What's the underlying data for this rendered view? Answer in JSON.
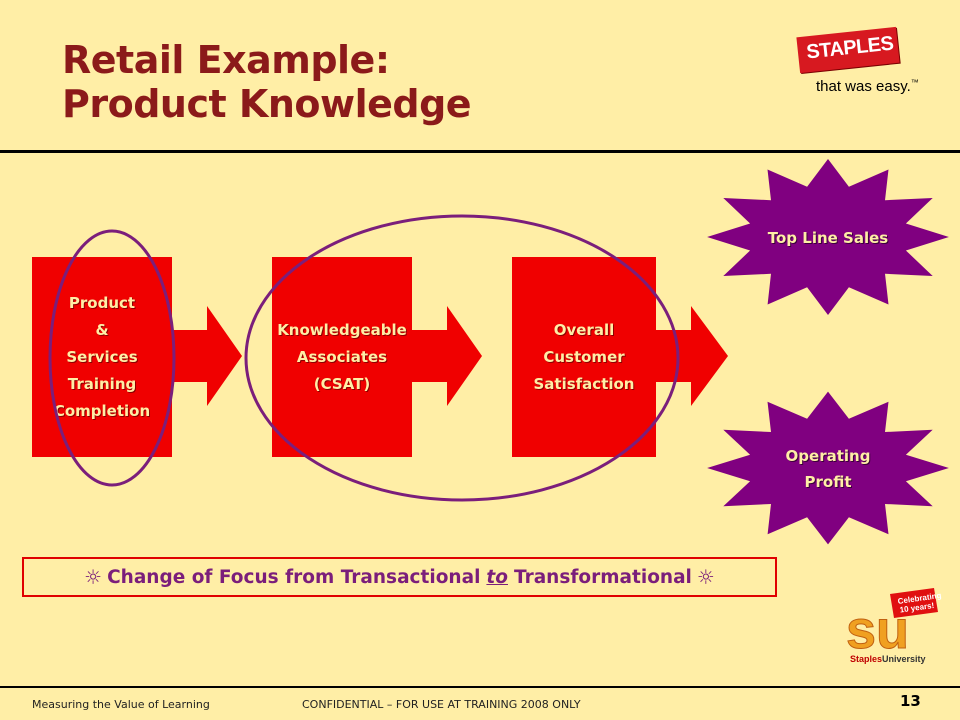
{
  "slide": {
    "title_line1": "Retail Example:",
    "title_line2": "Product Knowledge",
    "page_number": "13"
  },
  "logo": {
    "brand": "STAPLES",
    "tagline": "that was easy.",
    "trademark": "™",
    "colors": {
      "red": "#D71920"
    }
  },
  "flow": {
    "boxes": [
      {
        "lines": [
          "Product",
          "&",
          "Services",
          "Training",
          "Completion"
        ]
      },
      {
        "lines": [
          "Knowledgeable",
          "Associates",
          "(CSAT)"
        ]
      },
      {
        "lines": [
          "Overall",
          "Customer",
          "Satisfaction"
        ]
      }
    ],
    "outcomes": [
      {
        "lines": [
          "Top Line Sales"
        ]
      },
      {
        "lines": [
          "Operating",
          "Profit"
        ]
      }
    ],
    "colors": {
      "box": "#F00000",
      "outcome": "#800080",
      "ellipse": "#7B1E7B",
      "text": "#FFEEA6"
    }
  },
  "banner": {
    "sun_left": "☼",
    "part1": "Change of Focus from Transactional",
    "connector": "to",
    "part2": "Transformational",
    "sun_right": "☼"
  },
  "su_logo": {
    "badge_line1": "Celebrating",
    "badge_line2": "10 years!",
    "letters": "su",
    "name_part1": "Staples",
    "name_part2": "University"
  },
  "footer": {
    "left": "Measuring the Value of Learning",
    "center": "CONFIDENTIAL – FOR USE AT TRAINING 2008 ONLY"
  }
}
